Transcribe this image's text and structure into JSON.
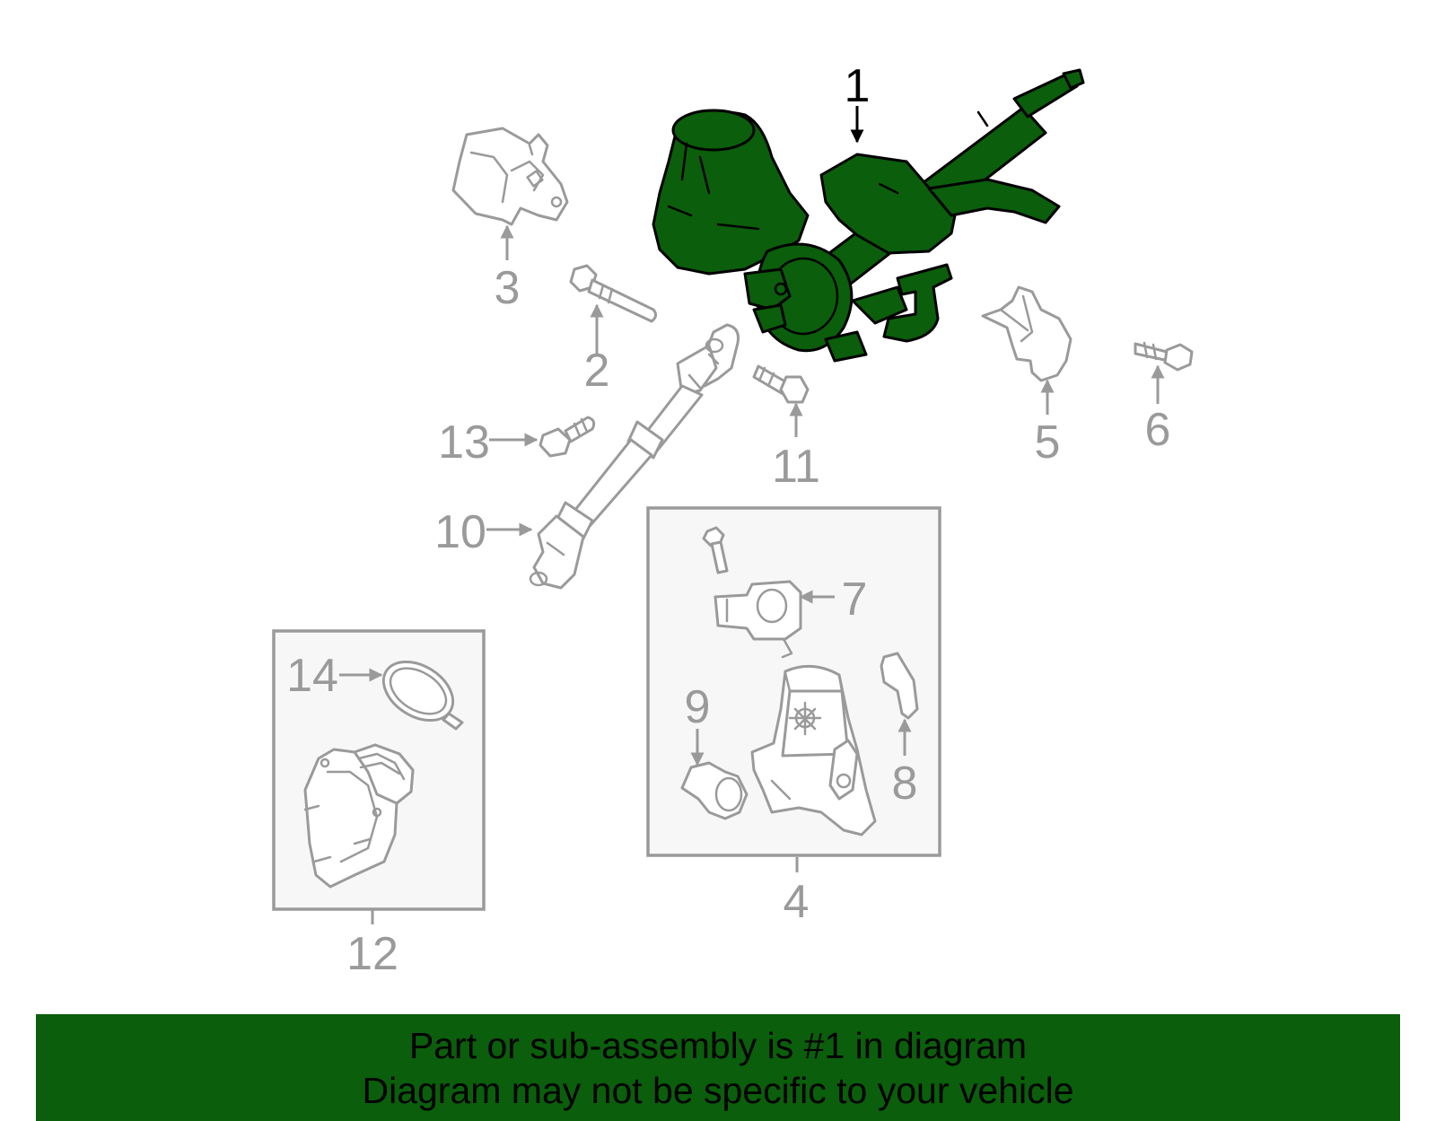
{
  "colors": {
    "highlight": "#0b5e0b",
    "outline": "#9a9a9a",
    "banner": "#0b5e0b"
  },
  "callouts": {
    "c1": "1",
    "c2": "2",
    "c3": "3",
    "c4": "4",
    "c5": "5",
    "c6": "6",
    "c7": "7",
    "c8": "8",
    "c9": "9",
    "c10": "10",
    "c11": "11",
    "c12": "12",
    "c13": "13",
    "c14": "14"
  },
  "banner": {
    "line1": "Part or sub-assembly is #1 in diagram",
    "line2": "Diagram may not be specific to your vehicle"
  }
}
